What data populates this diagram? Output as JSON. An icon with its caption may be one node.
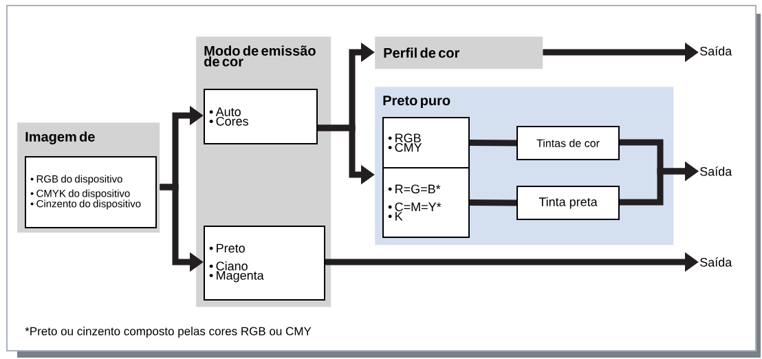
{
  "diagram": {
    "nodes": [
      {
        "text": [
          "Imagem de"
        ]
      },
      {
        "text": [
          "• RGB do dispositivo",
          "• CMYK do dispositivo",
          "• Cinzento do dispositivo"
        ],
        "in": 0
      },
      {
        "text": [
          "Modo de emissão de cor"
        ]
      },
      {
        "text": [
          "• Auto",
          "• Cores"
        ],
        "in": 2
      },
      {
        "text": [
          "• Preto",
          "• Ciano",
          "• Magenta"
        ],
        "in": 2
      },
      {
        "text": [
          "Perfil de cor"
        ]
      },
      {
        "text": [
          "Preto puro"
        ]
      },
      {
        "text": [
          "• RGB",
          "• CMY"
        ],
        "in": 6
      },
      {
        "text": [
          "• R=G=B*",
          "• C=M=Y*",
          "• K"
        ],
        "in": 6
      },
      {
        "text": [
          "Tintas de cor"
        ],
        "in": 6
      },
      {
        "text": [
          "Tinta preta"
        ],
        "in": 6
      },
      {
        "text": [
          "Saída"
        ]
      },
      {
        "text": [
          "Saída"
        ]
      },
      {
        "text": [
          "Saída"
        ]
      }
    ],
    "edges": [
      {
        "from": 0,
        "to": 3,
        "arrow": "to"
      },
      {
        "from": 0,
        "to": 4,
        "arrow": "to"
      },
      {
        "from": 3,
        "to": 5,
        "arrow": "to"
      },
      {
        "from": 3,
        "to": 6,
        "arrow": "to"
      },
      {
        "from": 5,
        "to": 11,
        "arrow": "to"
      },
      {
        "from": 7,
        "to": 9,
        "arrow": "none"
      },
      {
        "from": 8,
        "to": 10,
        "arrow": "none"
      },
      {
        "from": 9,
        "to": 12,
        "arrow": "to"
      },
      {
        "from": 10,
        "to": 12,
        "arrow": "to"
      },
      {
        "from": 4,
        "to": 13,
        "arrow": "to"
      }
    ],
    "labels": [
      "*Preto ou cinzento composto pelas cores RGB ou CMY"
    ]
  }
}
